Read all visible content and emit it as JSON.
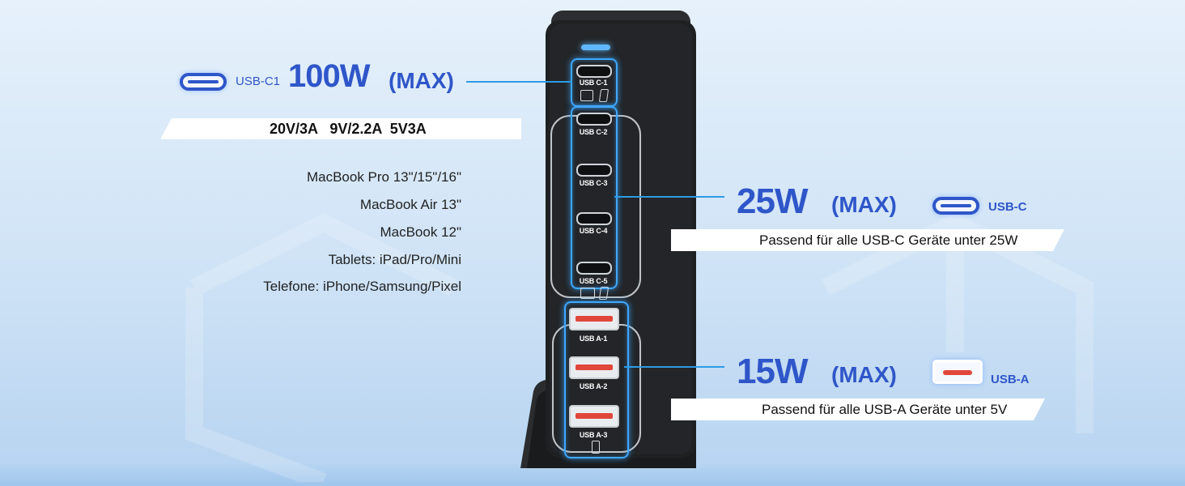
{
  "usb_c1": {
    "label": "USB-C1",
    "power": "100W",
    "max": "(MAX)",
    "specs": "20V/3A   9V/2.2A  5V3A"
  },
  "compatible": [
    "MacBook Pro 13\"/15\"/16\"",
    "MacBook Air 13\"",
    "MacBook 12\"",
    "Tablets: iPad/Pro/Mini",
    "Telefone: iPhone/Samsung/Pixel"
  ],
  "usb_c": {
    "power": "25W",
    "max": "(MAX)",
    "label": "USB-C",
    "desc": "Passend für alle USB-C Geräte unter 25W"
  },
  "usb_a": {
    "power": "15W",
    "max": "(MAX)",
    "label": "USB-A",
    "desc": "Passend für alle USB-A Geräte unter 5V"
  },
  "ports": {
    "c1": "USB C-1",
    "c2": "USB C-2",
    "c3": "USB C-3",
    "c4": "USB C-4",
    "c5": "USB C-5",
    "a1": "USB A-1",
    "a2": "USB A-2",
    "a3": "USB A-3"
  },
  "colors": {
    "accent": "#2f56c9",
    "glow": "#3ea7ff",
    "port_red": "#e0463a",
    "device": "#1e2022"
  }
}
